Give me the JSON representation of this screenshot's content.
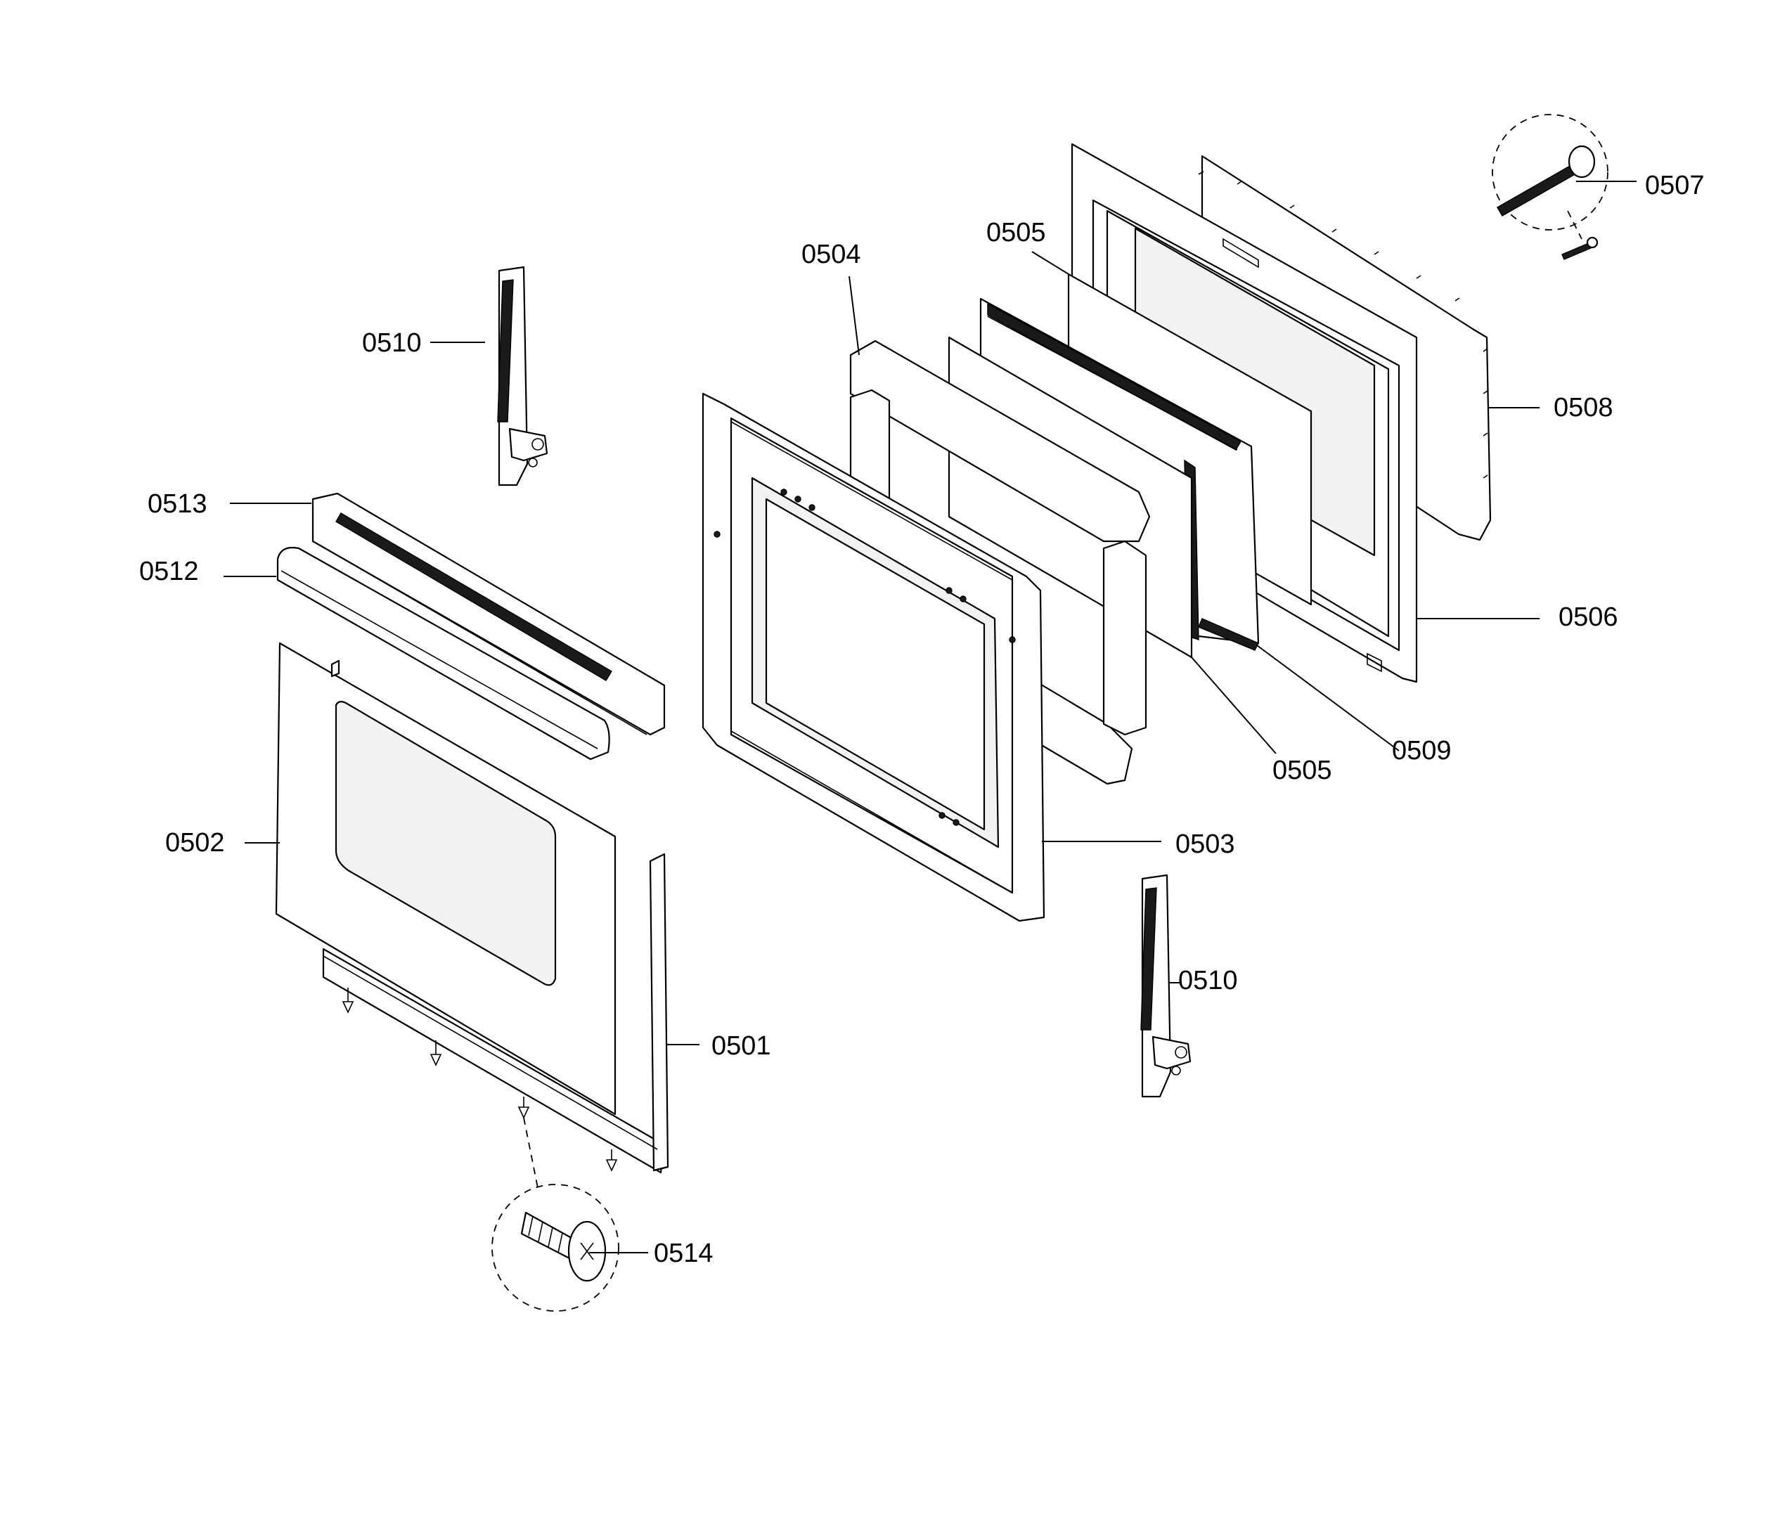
{
  "callouts": {
    "c0501": "0501",
    "c0502": "0502",
    "c0503": "0503",
    "c0504": "0504",
    "c0505_top": "0505",
    "c0505_bottom": "0505",
    "c0506": "0506",
    "c0507": "0507",
    "c0508": "0508",
    "c0509": "0509",
    "c0510_left": "0510",
    "c0510_right": "0510",
    "c0512": "0512",
    "c0513": "0513",
    "c0514": "0514"
  }
}
